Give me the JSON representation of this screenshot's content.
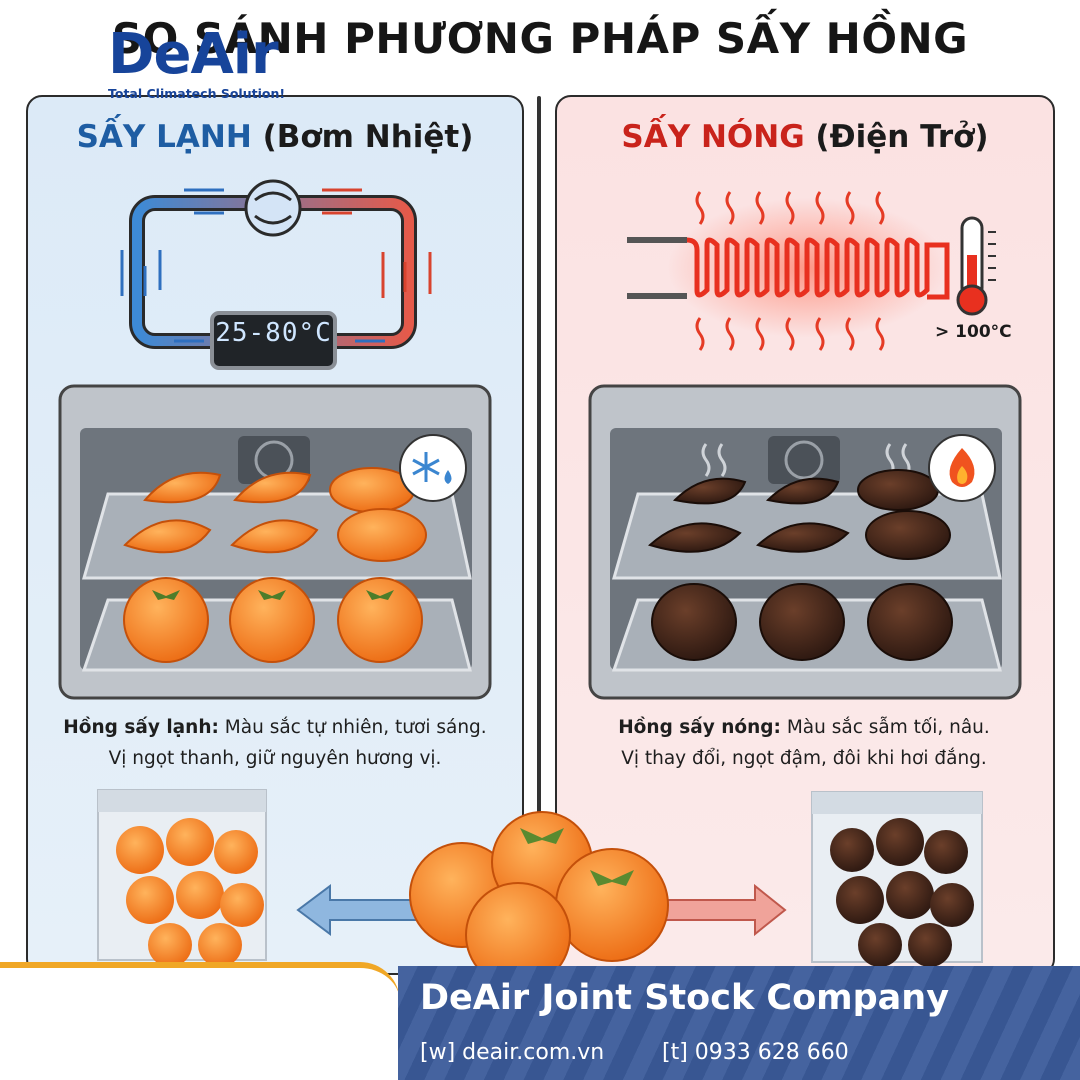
{
  "title": "SO SÁNH PHƯƠNG PHÁP SẤY HỒNG",
  "cold": {
    "heading_keyword": "SẤY LẠNH",
    "heading_rest": " (Bơm Nhiệt)",
    "display": "25-80°C",
    "desc_bold": "Hồng sấy lạnh:",
    "desc_line1_rest": " Màu sắc tự nhiên, tươi sáng.",
    "desc_line2": "Vị ngọt thanh, giữ nguyên hương vị.",
    "colors": {
      "accent": "#1e5da3",
      "fruit": "#f57c1f"
    }
  },
  "hot": {
    "heading_keyword": "SẤY NÓNG",
    "heading_rest": " (Điện Trở)",
    "temp_label": "> 100°C",
    "desc_bold": "Hồng sấy nóng:",
    "desc_line1_rest": " Màu sắc sẫm tối, nâu.",
    "desc_line2": "Vị thay đổi, ngọt đậm, đôi khi hơi đắng.",
    "colors": {
      "accent": "#c9231b",
      "fruit": "#4a2a1c"
    }
  },
  "footer": {
    "logo_text": "DeAir",
    "logo_tagline": "Total Climatech Solution!",
    "company": "DeAir Joint Stock Company",
    "web": "[w] deair.com.vn",
    "tel": "[t] 0933 628 660",
    "colors": {
      "brand": "#17449a",
      "band": "#3b5b9a",
      "accent": "#f0a726"
    }
  },
  "icons": [
    "snowflake-drop-icon",
    "flame-icon",
    "thermometer-icon",
    "heat-pump-compressor-icon",
    "heating-element-icon",
    "fan-icon"
  ]
}
